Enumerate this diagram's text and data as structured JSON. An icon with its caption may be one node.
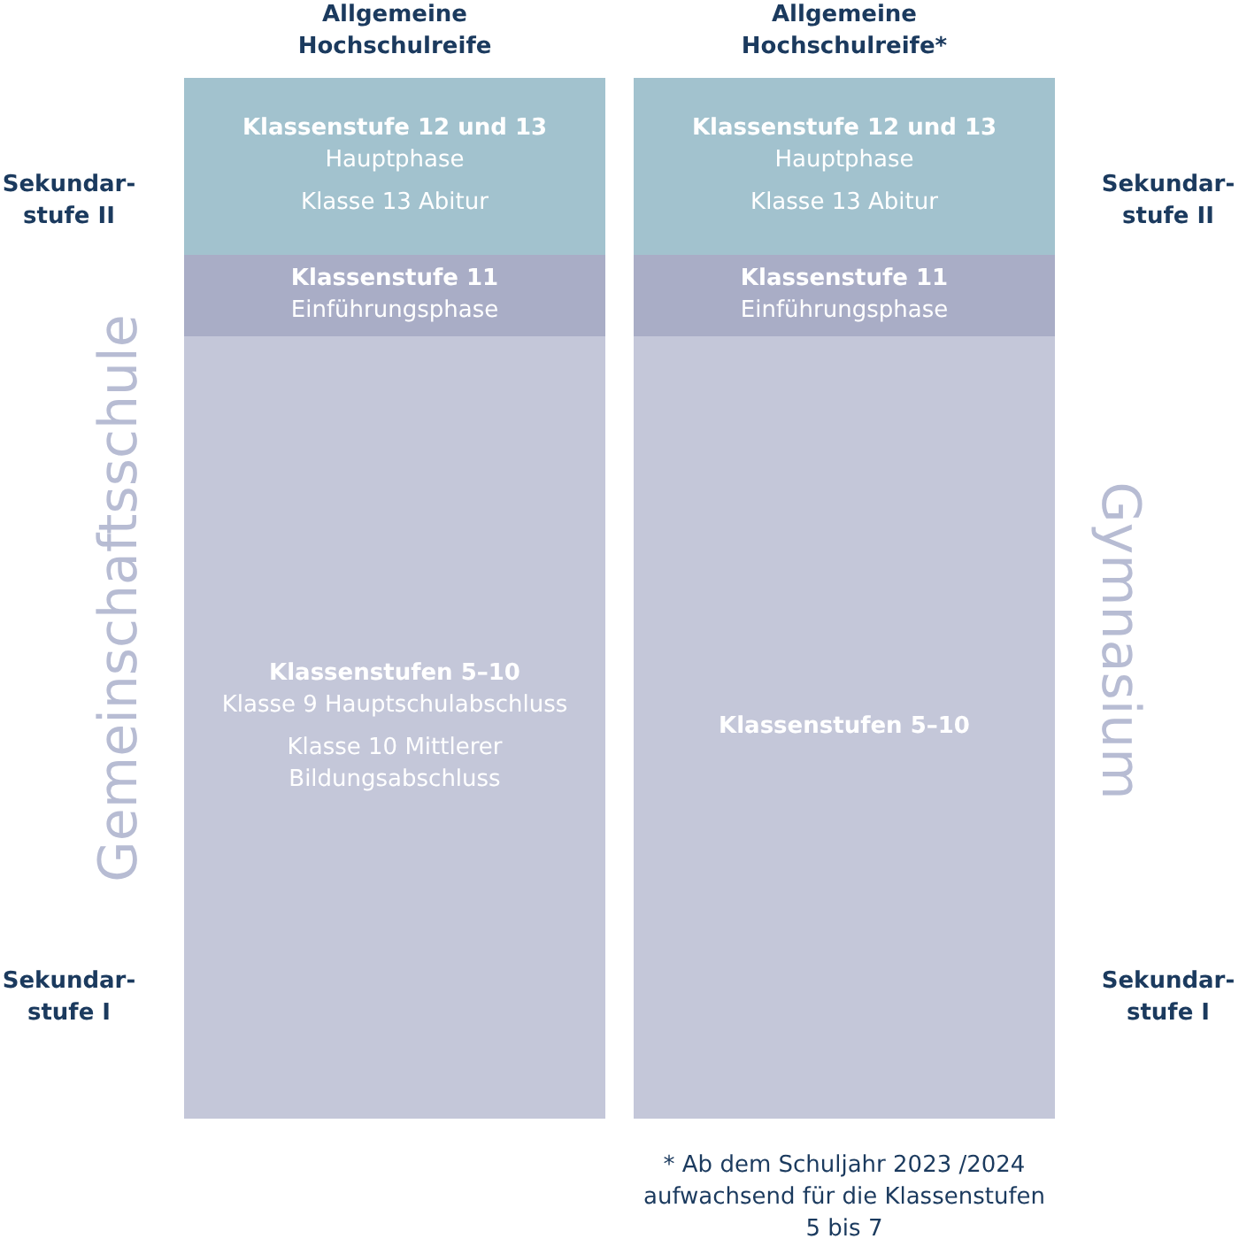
{
  "diagram": {
    "nodes": [
      {
        "text": [
          "Klassenstufe 12 und 13",
          "Hauptphase",
          "Klasse 13 Abitur"
        ]
      },
      {
        "text": [
          "Klassenstufe 11",
          "Einführungsphase"
        ]
      },
      {
        "text": [
          "Klassenstufen 5–10",
          "Klasse 9 Hauptschulabschluss",
          "Klasse 10 Mittlerer Bildungsabschluss"
        ]
      },
      {
        "text": [
          "Klassenstufe 12 und 13",
          "Hauptphase",
          "Klasse 13 Abitur"
        ]
      },
      {
        "text": [
          "Klassenstufe 11",
          "Einführungsphase"
        ]
      },
      {
        "text": [
          "Klassenstufen 5–10"
        ]
      }
    ],
    "labels": [
      "Allgemeine Hochschulreife",
      "Allgemeine Hochschulreife*",
      "Sekundar- stufe II",
      "Sekundar- stufe II",
      "Gemeinschaftsschule",
      "Gymnasium",
      "Sekundar- stufe I",
      "Sekundar- stufe I",
      "* Ab dem Schuljahr 2023 /2024 aufwachsend für die Klassenstufen 5 bis 7"
    ]
  }
}
